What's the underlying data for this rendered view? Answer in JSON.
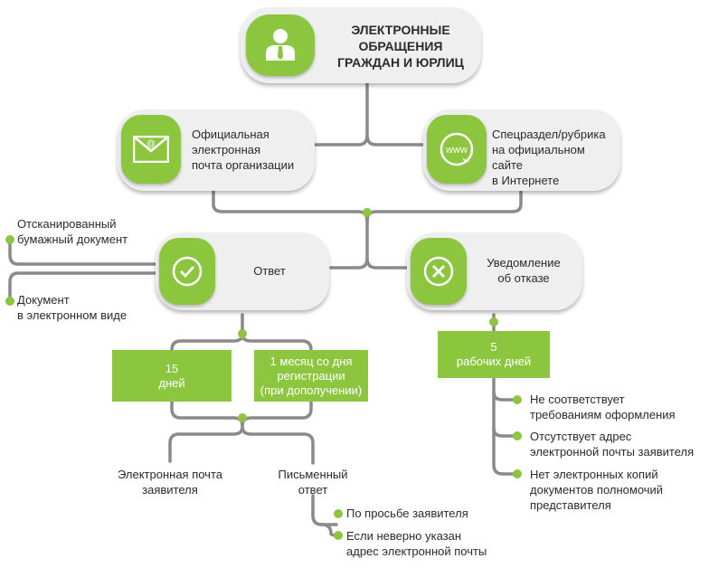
{
  "colors": {
    "accent": "#8cc63f",
    "wire": "#8a8a8a",
    "pill": "#efefef"
  },
  "main": {
    "title_lines": [
      "ЭЛЕКТРОННЫЕ",
      "ОБРАЩЕНИЯ",
      "ГРАЖДАН И ЮРЛИЦ"
    ],
    "icon": "user-icon"
  },
  "channels": {
    "email": {
      "lines": [
        "Официальная",
        "электронная",
        "почта организации"
      ],
      "icon_glyph": "@",
      "icon": "envelope-icon"
    },
    "website": {
      "lines": [
        "Спецраздел/рубрика",
        "на официальном сайте",
        "в Интернете"
      ],
      "icon_glyph": "www",
      "icon": "globe-www-icon"
    }
  },
  "outcomes": {
    "answer": {
      "label": "Ответ",
      "icon": "checkmark-icon"
    },
    "refusal": {
      "lines": [
        "Уведомление",
        "об отказе"
      ],
      "icon": "cross-icon"
    }
  },
  "answer_formats": [
    {
      "lines": [
        "Отсканированный",
        "бумажный документ"
      ]
    },
    {
      "lines": [
        "Документ",
        "в электронном виде"
      ]
    }
  ],
  "deadlines": {
    "standard": {
      "lines": [
        "15",
        "дней"
      ]
    },
    "extended": {
      "lines": [
        "1 месяц со дня",
        "регистрации",
        "(при дополучении)"
      ]
    },
    "refusal": {
      "lines": [
        "5",
        "рабочих дней"
      ]
    }
  },
  "delivery": {
    "email": {
      "lines": [
        "Электронная почта",
        "заявителя"
      ]
    },
    "written": {
      "lines": [
        "Письменный",
        "ответ"
      ]
    }
  },
  "written_reasons": [
    {
      "lines": [
        "По просьбе заявителя"
      ]
    },
    {
      "lines": [
        "Если неверно указан",
        "адрес электронной почты"
      ]
    }
  ],
  "refusal_reasons": [
    {
      "lines": [
        "Не соответствует",
        "требованиям оформления"
      ]
    },
    {
      "lines": [
        "Отсутствует адрес",
        "электронной почты заявителя"
      ]
    },
    {
      "lines": [
        "Нет электронных копий",
        "документов полномочий",
        "представителя"
      ]
    }
  ]
}
